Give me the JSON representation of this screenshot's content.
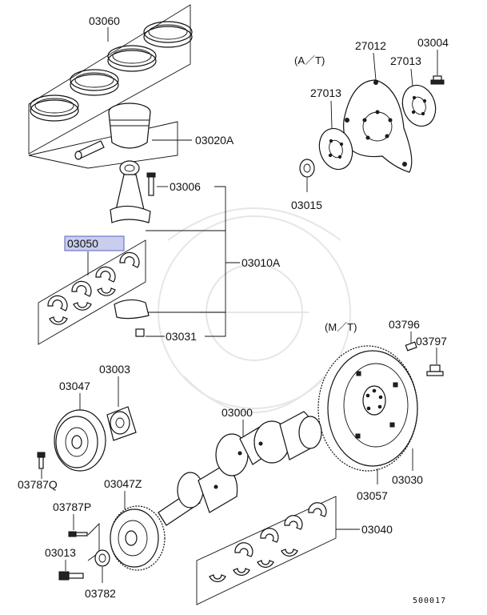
{
  "labels": {
    "p03060": "03060",
    "p03020A": "03020A",
    "p03006": "03006",
    "p03050": "03050",
    "p03010A": "03010A",
    "p03031": "03031",
    "p03003": "03003",
    "p03047": "03047",
    "p03787Q": "03787Q",
    "p03047Z": "03047Z",
    "p03787P": "03787P",
    "p03013": "03013",
    "p03782": "03782",
    "p03000": "03000",
    "p03040": "03040",
    "p27012": "27012",
    "p03004": "03004",
    "p27013a": "27013",
    "p27013b": "27013",
    "p03015": "03015",
    "p03796": "03796",
    "p03797": "03797",
    "p03030": "03030",
    "p03057": "03057"
  },
  "annotations": {
    "at": "(A／T)",
    "mt": "(M／T)"
  },
  "diagram_code": "500017",
  "highlight": {
    "part": "03050",
    "color": "#c9cdee"
  }
}
